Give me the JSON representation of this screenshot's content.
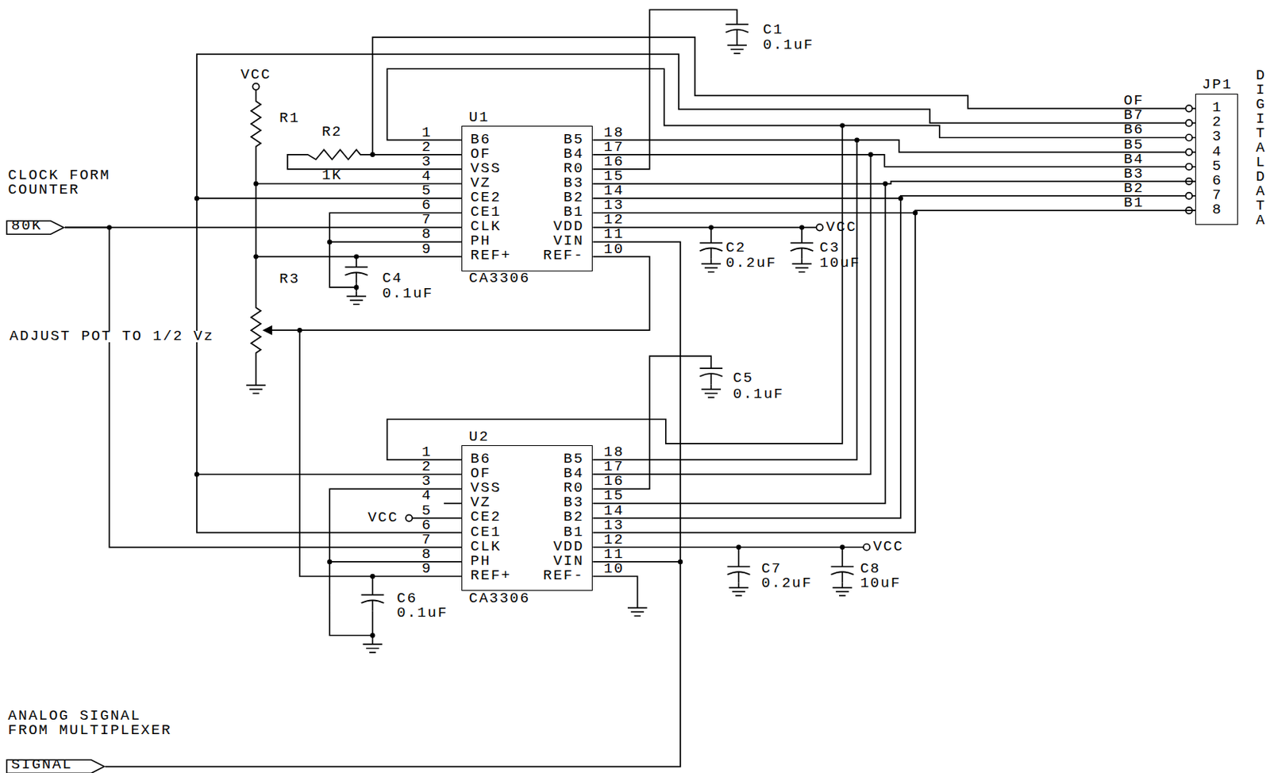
{
  "diagram": {
    "nodes": [
      {
        "text": [
          "U1",
          "B6",
          "OF",
          "VSS",
          "VZ",
          "CE2",
          "CE1",
          "CLK",
          "PH",
          "REF+",
          "B5",
          "B4",
          "R0",
          "B3",
          "B2",
          "B1",
          "VDD",
          "VIN",
          "REF-",
          "CA3306"
        ]
      },
      {
        "text": [
          "JP1",
          "1",
          "2",
          "3",
          "4",
          "5",
          "6",
          "7",
          "8"
        ]
      },
      {
        "text": [
          "80K"
        ]
      },
      {
        "text": [
          "U2",
          "B6",
          "OF",
          "VSS",
          "VZ",
          "CE2",
          "CE1",
          "CLK",
          "PH",
          "REF+",
          "B5",
          "B4",
          "R0",
          "B3",
          "B2",
          "B1",
          "VDD",
          "VIN",
          "REF-",
          "CA3306"
        ]
      },
      {
        "text": [
          "SIGNAL"
        ]
      }
    ],
    "edges": [
      {
        "from": 2,
        "to": 0,
        "arrow": "none"
      },
      {
        "from": 2,
        "to": 3,
        "arrow": "none"
      },
      {
        "from": 4,
        "to": 3,
        "arrow": "none"
      },
      {
        "from": 0,
        "to": 1,
        "arrow": "none"
      },
      {
        "from": 3,
        "to": 1,
        "arrow": "none"
      },
      {
        "from": 3,
        "to": 0,
        "arrow": "none"
      }
    ],
    "labels": [
      "C1",
      "0.1uF",
      "VCC",
      "R1",
      "R2",
      "1K",
      "CLOCK FORM COUNTER",
      "1",
      "2",
      "3",
      "4",
      "5",
      "6",
      "7",
      "8",
      "9",
      "18",
      "17",
      "16",
      "15",
      "14",
      "13",
      "12",
      "11",
      "10",
      "R3",
      "C4",
      "0.1uF",
      "ADJUST POT TO 1/2 Vz",
      "C2",
      "0.2uF",
      "C3",
      "10uF",
      "VCC",
      "OF",
      "B7",
      "B6",
      "B5",
      "B4",
      "B3",
      "B2",
      "B1",
      "DIGITAL DATA",
      "C5",
      "0.1uF",
      "1",
      "2",
      "3",
      "4",
      "5",
      "6",
      "7",
      "8",
      "9",
      "18",
      "17",
      "16",
      "15",
      "14",
      "13",
      "12",
      "11",
      "10",
      "VCC",
      "C6",
      "0.1uF",
      "C7",
      "0.2uF",
      "C8",
      "10uF",
      "VCC",
      "ANALOG SIGNAL FROM MULTIPLEXER"
    ]
  }
}
